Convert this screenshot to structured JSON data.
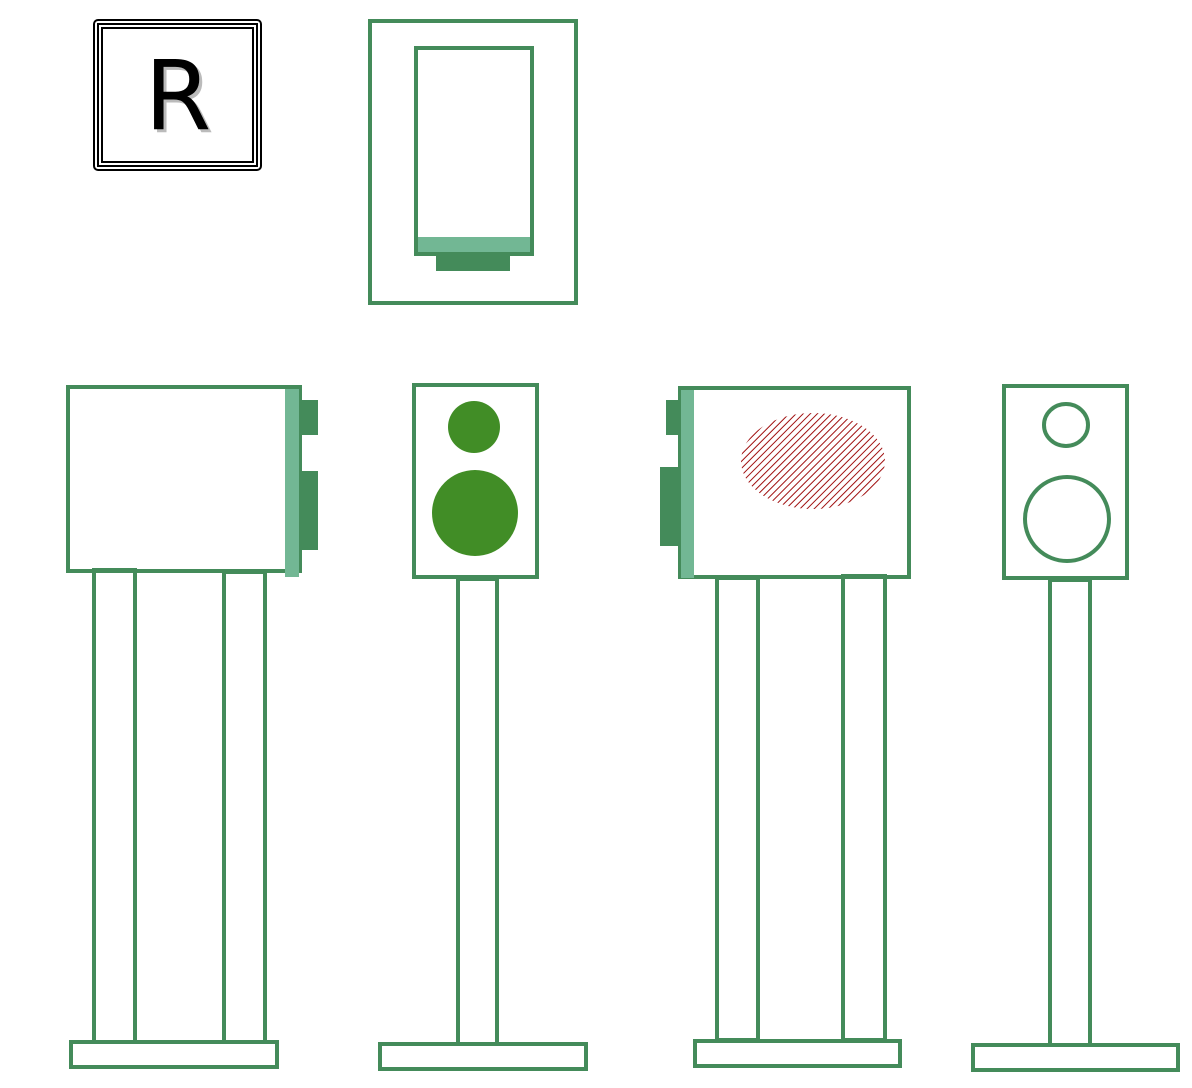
{
  "badge": {
    "letter": "R"
  },
  "colors": {
    "outline": "#448b5a",
    "panel_light": "#72b794",
    "driver": "#418d26",
    "hatch": "#a01010"
  },
  "views": [
    {
      "id": "top",
      "label": ""
    },
    {
      "id": "left-side",
      "label": ""
    },
    {
      "id": "front-filled",
      "label": ""
    },
    {
      "id": "right-side",
      "label": ""
    },
    {
      "id": "front-outline",
      "label": ""
    }
  ]
}
